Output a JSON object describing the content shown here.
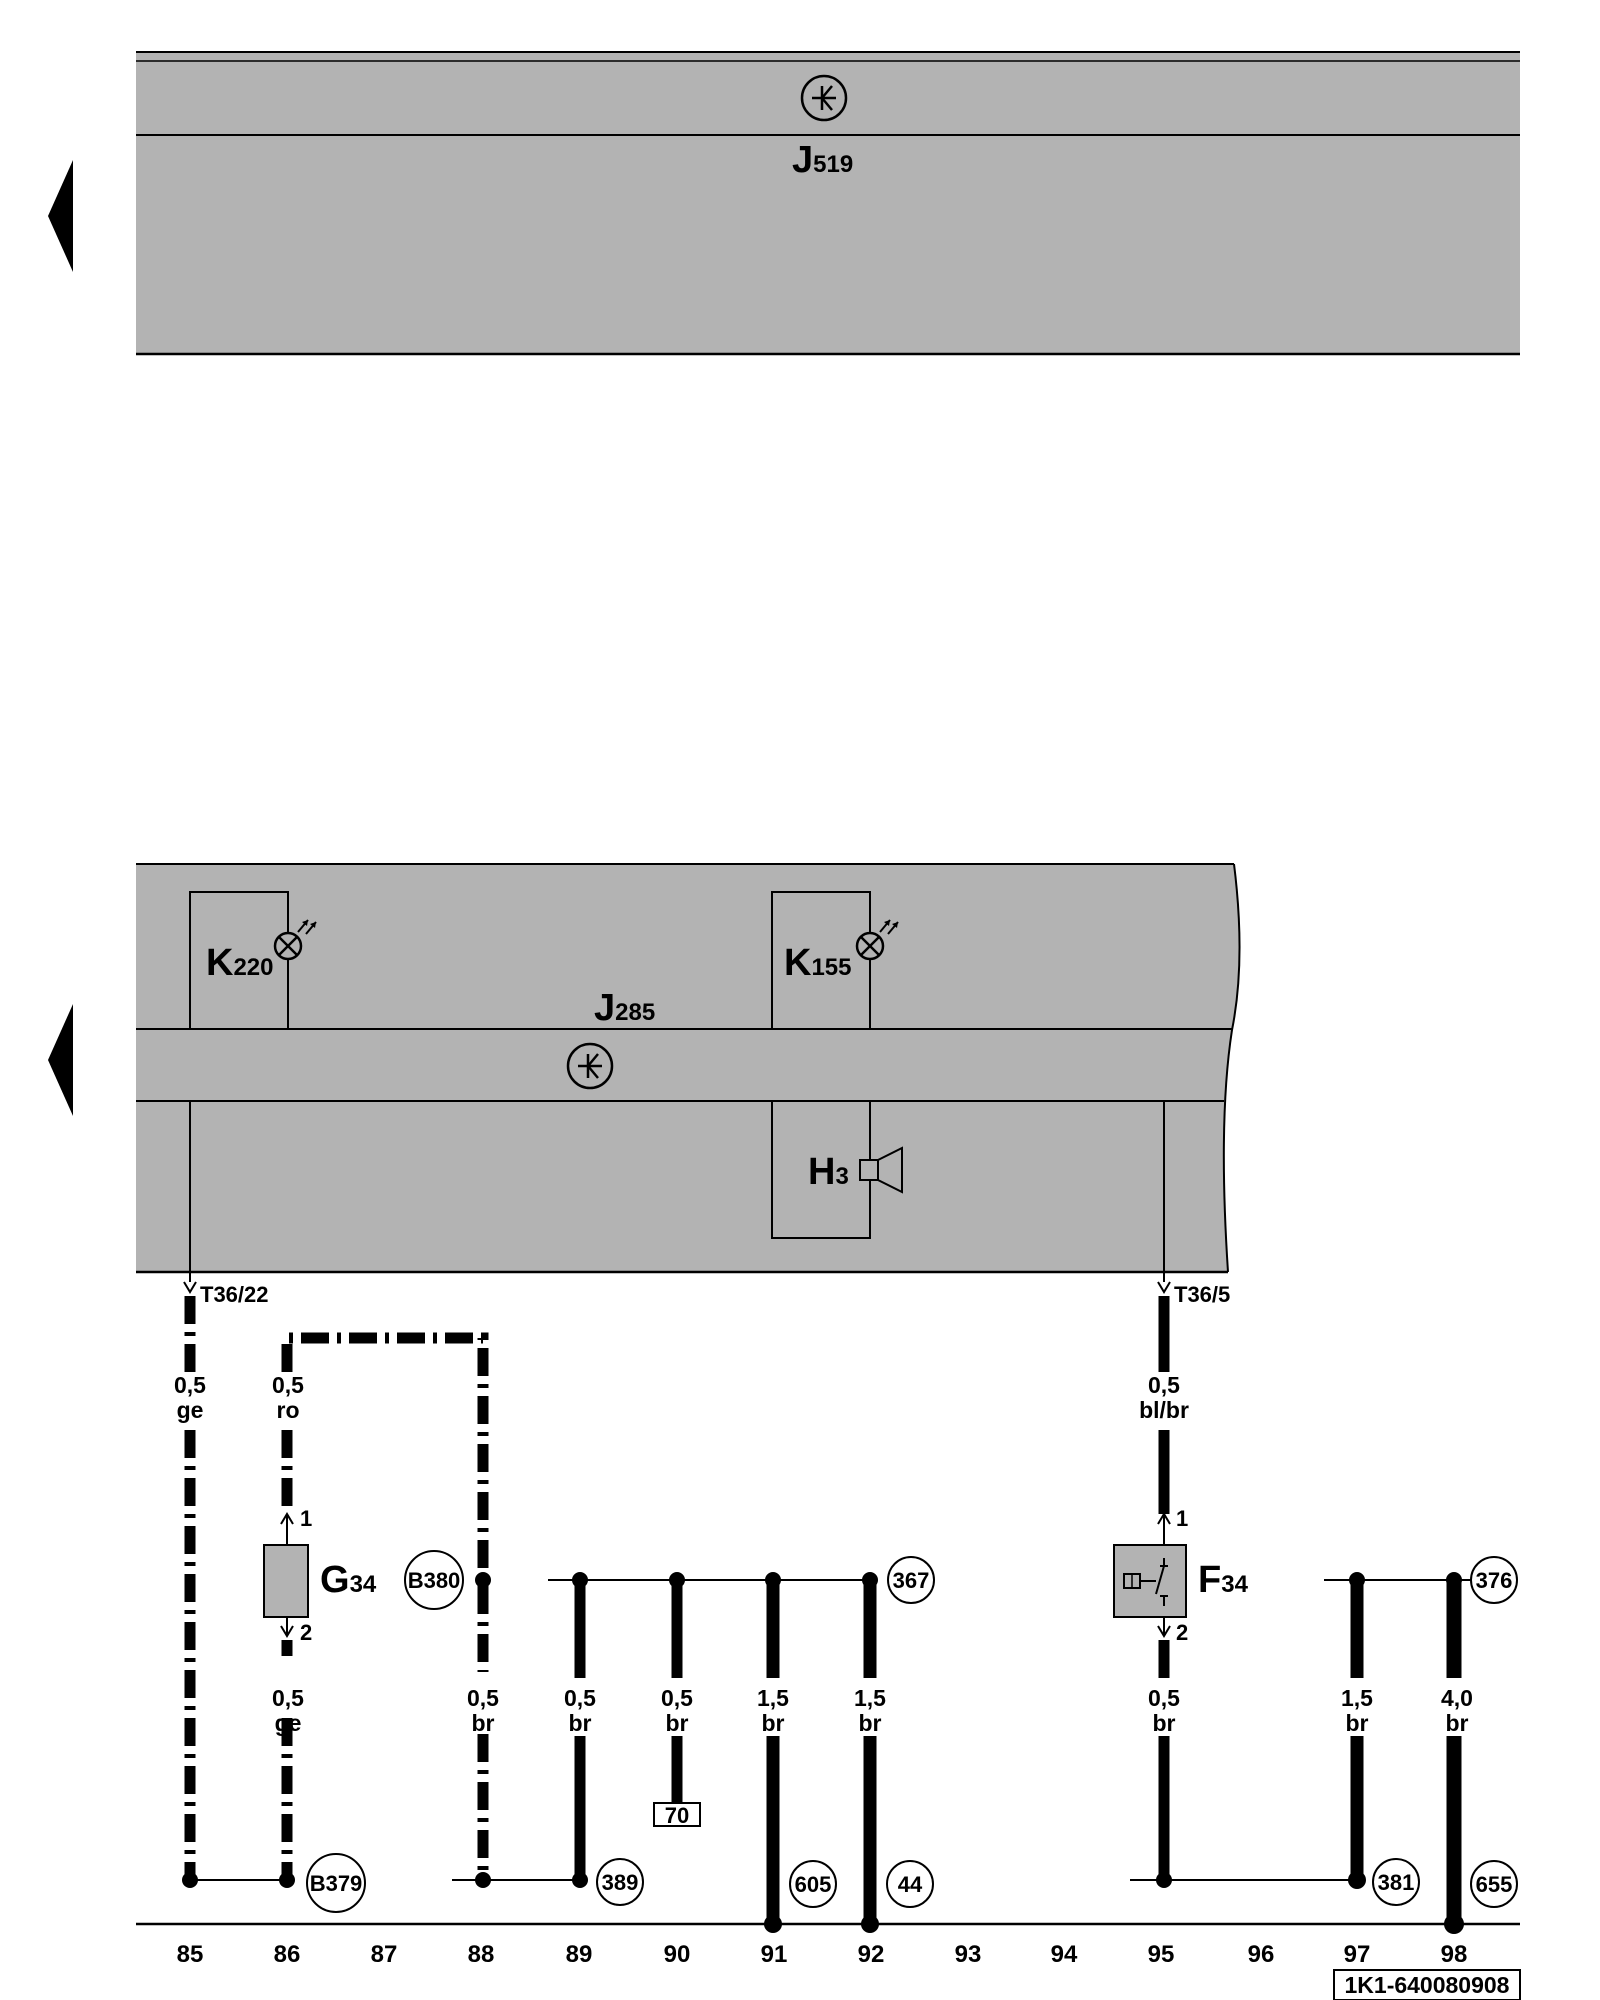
{
  "components": {
    "J519": {
      "letter": "J",
      "sub": "519",
      "ground_icon": "ground-symbol-icon"
    },
    "J285": {
      "letter": "J",
      "sub": "285",
      "ground_icon": "ground-symbol-icon"
    },
    "K220": {
      "letter": "K",
      "sub": "220",
      "icon": "indicator-lamp-icon"
    },
    "K155": {
      "letter": "K",
      "sub": "155",
      "icon": "indicator-lamp-icon"
    },
    "H3": {
      "letter": "H",
      "sub": "3",
      "icon": "speaker-icon"
    },
    "G34": {
      "letter": "G",
      "sub": "34",
      "pin_top": "1",
      "pin_bottom": "2"
    },
    "F34": {
      "letter": "F",
      "sub": "34",
      "pin_top": "1",
      "pin_bottom": "2",
      "icon": "switch-icon"
    }
  },
  "connectors": {
    "t36_22": "T36/22",
    "t36_5": "T36/5"
  },
  "wire_labels": {
    "w85": {
      "gauge": "0,5",
      "color": "ge"
    },
    "w86_top": {
      "gauge": "0,5",
      "color": "ro"
    },
    "w86_bottom": {
      "gauge": "0,5",
      "color": "ge"
    },
    "w88": {
      "gauge": "0,5",
      "color": "br"
    },
    "w89": {
      "gauge": "0,5",
      "color": "br"
    },
    "w90": {
      "gauge": "0,5",
      "color": "br"
    },
    "w91": {
      "gauge": "1,5",
      "color": "br"
    },
    "w92": {
      "gauge": "1,5",
      "color": "br"
    },
    "w95_top": {
      "gauge": "0,5",
      "color": "bl/br"
    },
    "w95_bottom": {
      "gauge": "0,5",
      "color": "br"
    },
    "w97": {
      "gauge": "1,5",
      "color": "br"
    },
    "w98": {
      "gauge": "4,0",
      "color": "br"
    }
  },
  "references": {
    "b380": "B380",
    "b379": "B379",
    "r367": "367",
    "r376": "376",
    "r389": "389",
    "r605": "605",
    "r44": "44",
    "r381": "381",
    "r655": "655",
    "box70": "70"
  },
  "track_numbers": [
    "85",
    "86",
    "87",
    "88",
    "89",
    "90",
    "91",
    "92",
    "93",
    "94",
    "95",
    "96",
    "97",
    "98"
  ],
  "drawing_code": "1K1-640080908",
  "colors": {
    "module_fill": "#b3b3b3",
    "line": "#000000"
  },
  "nav": {
    "prev_page_icon": "left-arrow-icon"
  }
}
